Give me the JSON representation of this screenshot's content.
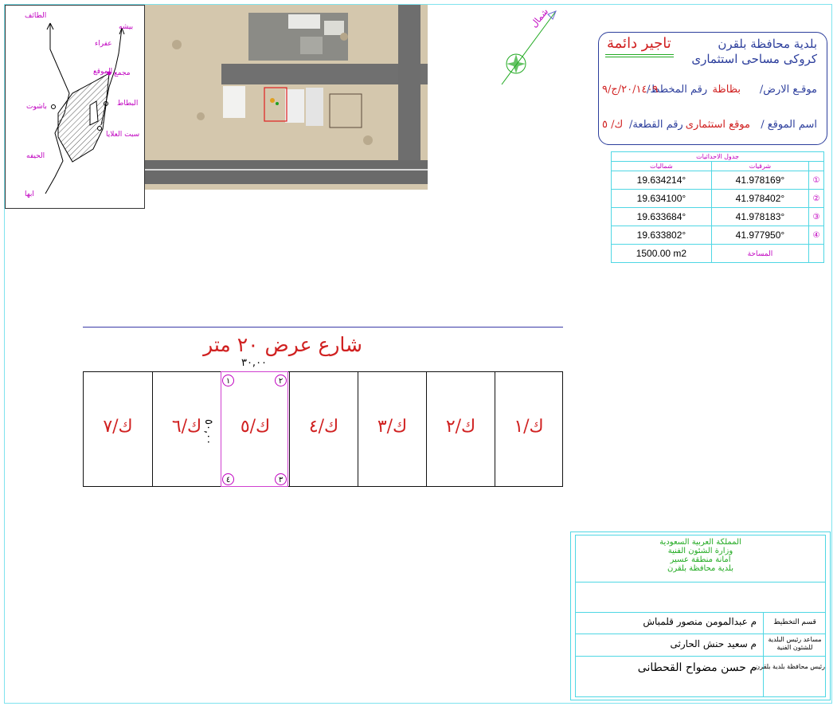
{
  "locator_map": {
    "labels": [
      "الطائف",
      "بيشه",
      "عفراء",
      "الموقع",
      "مجمع",
      "البطاط",
      "باشوت",
      "سبت العلايا",
      "الحيفه",
      "ابها"
    ]
  },
  "north_arrow": {
    "label": "شمال"
  },
  "header": {
    "municipality": "بلدية محافظة بلقرن",
    "lease_type": "تاجير دائمة",
    "sketch_title": "كروكى مساحى استثمارى",
    "location_label": "موقـع الارض/",
    "location_value": "بظاظة",
    "plan_number_label": "رقم المخطط/",
    "plan_number_value": "٢٠/١٤٠٩/ج/٩",
    "site_name_label": "اسم الموقع /",
    "site_name_value": "موقع استثمارى",
    "plot_number_label": "رقم القطعة/",
    "plot_number_value": "ك/ ٥"
  },
  "coords_table": {
    "caption": "جدول الاحداثيات",
    "col_east": "شرقيات",
    "col_north": "شماليات",
    "rows": [
      {
        "num": "①",
        "east": "41.978169°",
        "north": "19.634214°"
      },
      {
        "num": "②",
        "east": "41.978402°",
        "north": "19.634100°"
      },
      {
        "num": "③",
        "east": "41.978183°",
        "north": "19.633684°"
      },
      {
        "num": "④",
        "east": "41.977950°",
        "north": "19.633802°"
      }
    ],
    "area_label": "المساحة",
    "area_value": "1500.00 m2"
  },
  "street": {
    "name": "شارع عرض ٢٠ متر",
    "frontage": "٣٠,٠٠"
  },
  "side_dimension": "٥٠,٠٠",
  "parcels": [
    {
      "label": "ك/٧"
    },
    {
      "label": "ك/٦"
    },
    {
      "label": "ك/٥"
    },
    {
      "label": "ك/٤"
    },
    {
      "label": "ك/٣"
    },
    {
      "label": "ك/٢"
    },
    {
      "label": "ك/١"
    }
  ],
  "corners": {
    "c1": "١",
    "c2": "٢",
    "c3": "٣",
    "c4": "٤"
  },
  "title_block": {
    "org": [
      "المملكة العربية السعودية",
      "وزارة الشئون الفنية",
      "امانة منطقة عسير",
      "بلدية محافظة بلقرن"
    ],
    "role1": "قسم التخطيط",
    "name1": "م عبدالمومن منصور قلمباش",
    "role2": "مساعد رئيس البلدية للشئون الفنية",
    "name2": "م سعيد حنش الحارثى",
    "role3": "رئيس محافظة بلدية بلقرن",
    "name3": "م حسن مضواح القحطانى"
  }
}
